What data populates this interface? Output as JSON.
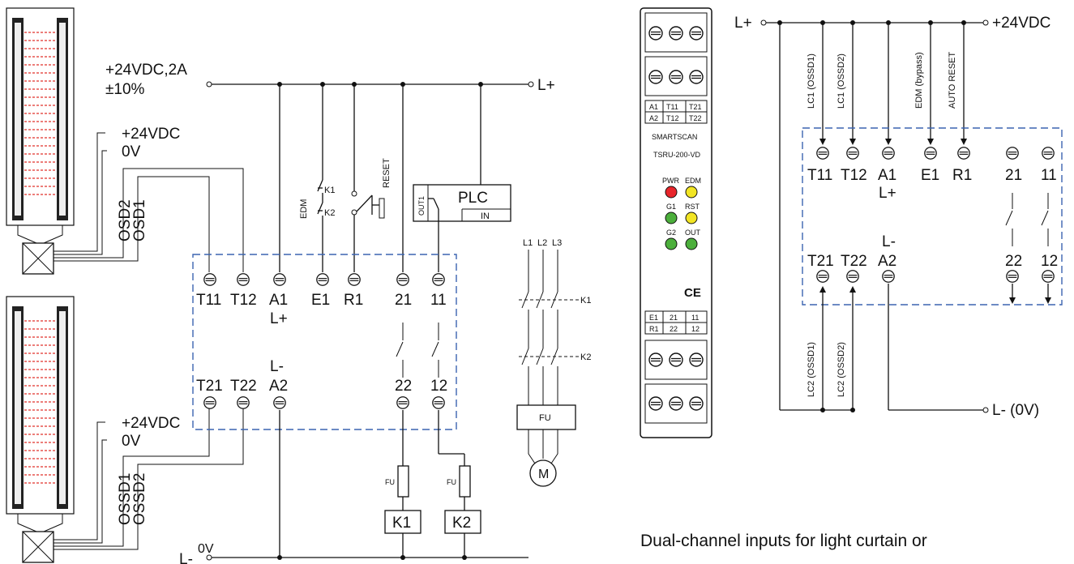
{
  "left": {
    "supply_top": [
      "+24VDC,2A",
      "±10%"
    ],
    "l_plus": "L+",
    "l_minus": "L-",
    "zero_v": "0V",
    "curtain1": {
      "v24": "+24VDC",
      "v0": "0V",
      "osd2": "OSD2",
      "osd1": "OSD1"
    },
    "curtain2": {
      "v24": "+24VDC",
      "v0": "0V",
      "ossd1": "OSSD1",
      "ossd2": "OSSD2"
    },
    "terminals_top": [
      "T11",
      "T12",
      "A1",
      "E1",
      "R1",
      "21",
      "11"
    ],
    "a1_sub": "L+",
    "terminals_bottom": [
      "T21",
      "T22",
      "A2",
      "22",
      "12"
    ],
    "a2_sup": "L-",
    "edm": "EDM",
    "k1": "K1",
    "k2": "K2",
    "reset": "RESET",
    "plc": "PLC",
    "plc_out": "OUT1",
    "plc_in": "IN",
    "fu": "FU",
    "motor_phases": [
      "L1",
      "L2",
      "L3"
    ],
    "motor_k1": "K1",
    "motor_k2": "K2",
    "motor_fu": "FU",
    "motor": "M"
  },
  "module": {
    "top_row": [
      "A1",
      "T11",
      "T21"
    ],
    "second_row": [
      "A2",
      "T12",
      "T22"
    ],
    "brand": "SMARTSCAN",
    "model": "TSRU-200-VD",
    "leds": [
      {
        "label": "PWR",
        "color": "#e8252b"
      },
      {
        "label": "EDM",
        "color": "#f2e524"
      },
      {
        "label": "G1",
        "color": "#4caf3c"
      },
      {
        "label": "RST",
        "color": "#f2e524"
      },
      {
        "label": "G2",
        "color": "#4caf3c"
      },
      {
        "label": "OUT",
        "color": "#4caf3c"
      }
    ],
    "ce": "CE",
    "bottom_row1": [
      "E1",
      "21",
      "11"
    ],
    "bottom_row2": [
      "R1",
      "22",
      "12"
    ]
  },
  "right": {
    "l_plus": "L+",
    "v24": "+24VDC",
    "l_minus": "L- (0V)",
    "top_inputs": [
      "LC1  (OSSD1)",
      "LC1  (OSSD2)",
      "EDM  (bypass)",
      "AUTO  RESET"
    ],
    "bottom_inputs": [
      "LC2  (OSSD1)",
      "LC2  (OSSD2)"
    ],
    "terminals_top": [
      "T11",
      "T12",
      "A1",
      "E1",
      "R1",
      "21",
      "11"
    ],
    "a1_sub": "L+",
    "terminals_bottom": [
      "T21",
      "T22",
      "A2",
      "22",
      "12"
    ],
    "a2_sup": "L-"
  },
  "caption": "Dual-channel inputs for light curtain or",
  "colors": {
    "dashed_box": "#3b64b0",
    "curtain_beam": "#e0312b"
  }
}
